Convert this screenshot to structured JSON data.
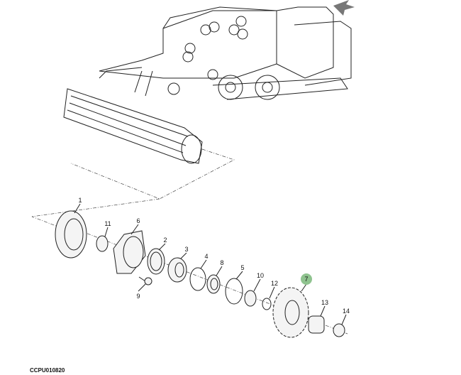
{
  "diagram": {
    "callouts": [
      {
        "id": "1",
        "label": "1"
      },
      {
        "id": "11",
        "label": "11"
      },
      {
        "id": "6",
        "label": "6"
      },
      {
        "id": "2",
        "label": "2"
      },
      {
        "id": "3",
        "label": "3"
      },
      {
        "id": "4",
        "label": "4"
      },
      {
        "id": "8",
        "label": "8"
      },
      {
        "id": "5",
        "label": "5"
      },
      {
        "id": "10",
        "label": "10"
      },
      {
        "id": "12",
        "label": "12"
      },
      {
        "id": "7",
        "label": "7"
      },
      {
        "id": "13",
        "label": "13"
      },
      {
        "id": "14",
        "label": "14"
      },
      {
        "id": "9",
        "label": "9"
      }
    ],
    "highlighted_callout": "7",
    "highlight_color": "#8fc38f",
    "caption": "CCPU010820"
  }
}
